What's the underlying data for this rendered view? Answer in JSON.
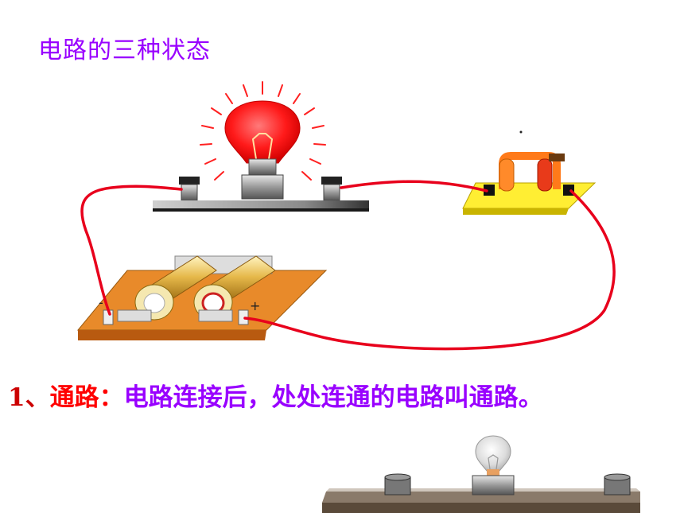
{
  "title": "电路的三种状态",
  "caption": {
    "number": "1、",
    "term": "通路：",
    "description": "电路连接后，处处连通的电路叫通路。"
  },
  "battery": {
    "plus_sign": "+",
    "minus_sign": "-"
  },
  "colors": {
    "title": "#9900ff",
    "term": "#ff0000",
    "wire": "#e8001c",
    "bulb_lit": "#ff1a1a",
    "switch_base": "#ffee33",
    "battery_board": "#e88a2a"
  },
  "state": {
    "bulb_lit": true,
    "switch_closed": true
  }
}
